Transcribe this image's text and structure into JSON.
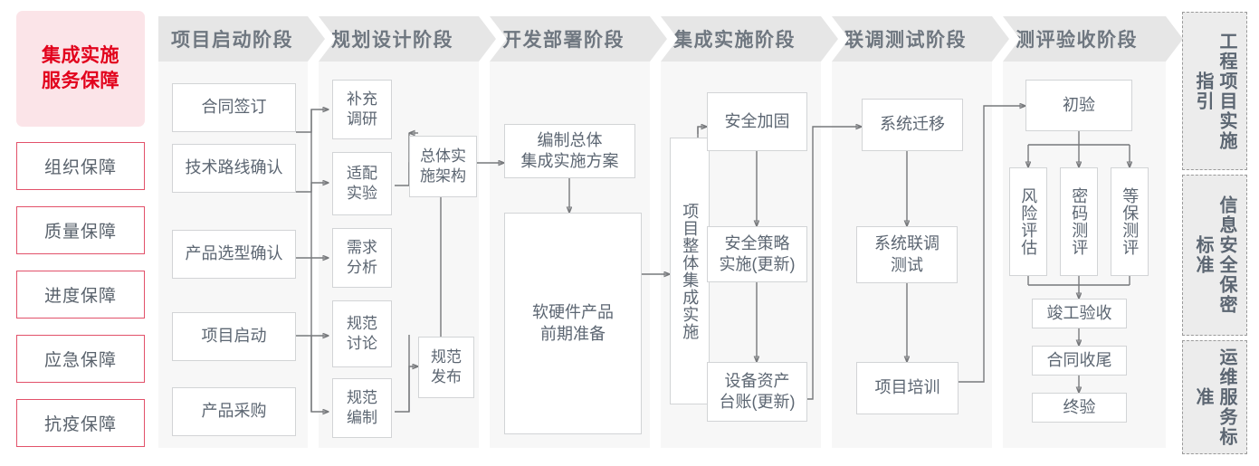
{
  "left_panel": {
    "title": "集成实施\n服务保障",
    "title_line1": "集成实施",
    "title_line2": "服务保障",
    "title_color": "#e2021c",
    "title_bg": "#fbe4e8",
    "border_color": "#e2516a",
    "items": [
      {
        "label": "组织保障"
      },
      {
        "label": "质量保障"
      },
      {
        "label": "进度保障"
      },
      {
        "label": "应急保障"
      },
      {
        "label": "抗疫保障"
      }
    ]
  },
  "phases": [
    {
      "id": "phase-1",
      "header": "项目启动阶段",
      "boxes": [
        {
          "id": "p1b1",
          "label": "合同签订"
        },
        {
          "id": "p1b2",
          "label": "技术路线确认"
        },
        {
          "id": "p1b3",
          "label": "产品选型确认"
        },
        {
          "id": "p1b4",
          "label": "项目启动"
        },
        {
          "id": "p1b5",
          "label": "产品采购"
        }
      ]
    },
    {
      "id": "phase-2",
      "header": "规划设计阶段",
      "boxes": [
        {
          "id": "p2b1",
          "label": "补充\n调研",
          "line1": "补充",
          "line2": "调研"
        },
        {
          "id": "p2b2",
          "label": "适配\n实验",
          "line1": "适配",
          "line2": "实验"
        },
        {
          "id": "p2b3",
          "label": "需求\n分析",
          "line1": "需求",
          "line2": "分析"
        },
        {
          "id": "p2b4",
          "label": "规范\n讨论",
          "line1": "规范",
          "line2": "讨论"
        },
        {
          "id": "p2b5",
          "label": "规范\n编制",
          "line1": "规范",
          "line2": "编制"
        },
        {
          "id": "p2b6",
          "label": "总体实\n施架构",
          "line1": "总体实",
          "line2": "施架构"
        },
        {
          "id": "p2b7",
          "label": "规范\n发布",
          "line1": "规范",
          "line2": "发布"
        }
      ]
    },
    {
      "id": "phase-3",
      "header": "开发部署阶段",
      "boxes": [
        {
          "id": "p3b1",
          "label": "编制总体\n集成实施方案",
          "line1": "编制总体",
          "line2": "集成实施方案"
        },
        {
          "id": "p3b2",
          "label": "软硬件产品\n前期准备",
          "line1": "软硬件产品",
          "line2": "前期准备"
        }
      ]
    },
    {
      "id": "phase-4",
      "header": "集成实施阶段",
      "boxes": [
        {
          "id": "p4b0",
          "label": "项目整体集成实施",
          "vertical": true
        },
        {
          "id": "p4b1",
          "label": "安全加固"
        },
        {
          "id": "p4b2",
          "label": "安全策略\n实施(更新)",
          "line1": "安全策略",
          "line2": "实施(更新)"
        },
        {
          "id": "p4b3",
          "label": "设备资产\n台账(更新)",
          "line1": "设备资产",
          "line2": "台账(更新)"
        }
      ]
    },
    {
      "id": "phase-5",
      "header": "联调测试阶段",
      "boxes": [
        {
          "id": "p5b1",
          "label": "系统迁移"
        },
        {
          "id": "p5b2",
          "label": "系统联调\n测试",
          "line1": "系统联调",
          "line2": "测试"
        },
        {
          "id": "p5b3",
          "label": "项目培训"
        }
      ]
    },
    {
      "id": "phase-6",
      "header": "测评验收阶段",
      "boxes": [
        {
          "id": "p6b1",
          "label": "初验"
        },
        {
          "id": "p6b2",
          "label": "风险评估",
          "vertical": true
        },
        {
          "id": "p6b3",
          "label": "密码测评",
          "vertical": true
        },
        {
          "id": "p6b4",
          "label": "等保测评",
          "vertical": true
        },
        {
          "id": "p6b5",
          "label": "竣工验收"
        },
        {
          "id": "p6b6",
          "label": "合同收尾"
        },
        {
          "id": "p6b7",
          "label": "终验"
        }
      ]
    }
  ],
  "standards": [
    {
      "id": "std-1",
      "label": "工程项目实施指引"
    },
    {
      "id": "std-2",
      "label": "信息安全保密标准"
    },
    {
      "id": "std-3",
      "label": "运维服务标准"
    }
  ],
  "colors": {
    "panel_bg": "#f7f7f7",
    "header_bg": "#e6e6e6",
    "header_text": "#6f7780",
    "box_border": "#d2d4d6",
    "box_text": "#5c6672",
    "connector": "#77797c",
    "accent_red": "#e2021c",
    "sidebar_bg": "#ececec",
    "sidebar_border": "#9a9a9a"
  }
}
